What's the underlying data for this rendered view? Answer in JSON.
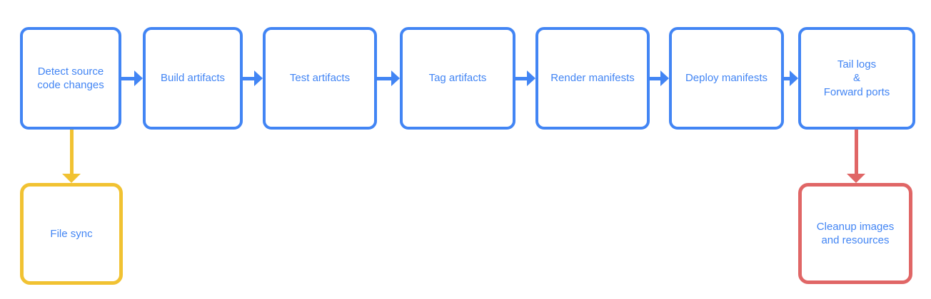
{
  "colors": {
    "primary_blue": "#4285F4",
    "accent_yellow": "#F1C232",
    "accent_red": "#E06666",
    "node_text": "#4285F4",
    "background": "#FFFFFF"
  },
  "nodes": [
    {
      "id": "detect-source-code-changes",
      "label": "Detect source\ncode changes",
      "color": "blue"
    },
    {
      "id": "build-artifacts",
      "label": "Build artifacts",
      "color": "blue"
    },
    {
      "id": "test-artifacts",
      "label": "Test artifacts",
      "color": "blue"
    },
    {
      "id": "tag-artifacts",
      "label": "Tag artifacts",
      "color": "blue"
    },
    {
      "id": "render-manifests",
      "label": "Render manifests",
      "color": "blue"
    },
    {
      "id": "deploy-manifests",
      "label": "Deploy manifests",
      "color": "blue"
    },
    {
      "id": "tail-logs-forward-ports",
      "label": "Tail logs\n&\nForward ports",
      "color": "blue"
    },
    {
      "id": "file-sync",
      "label": "File sync",
      "color": "yellow"
    },
    {
      "id": "cleanup-images-and-resources",
      "label": "Cleanup images\nand resources",
      "color": "red"
    }
  ],
  "edges": [
    {
      "from": "detect-source-code-changes",
      "to": "build-artifacts",
      "color": "blue",
      "direction": "right"
    },
    {
      "from": "build-artifacts",
      "to": "test-artifacts",
      "color": "blue",
      "direction": "right"
    },
    {
      "from": "test-artifacts",
      "to": "tag-artifacts",
      "color": "blue",
      "direction": "right"
    },
    {
      "from": "tag-artifacts",
      "to": "render-manifests",
      "color": "blue",
      "direction": "right"
    },
    {
      "from": "render-manifests",
      "to": "deploy-manifests",
      "color": "blue",
      "direction": "right"
    },
    {
      "from": "deploy-manifests",
      "to": "tail-logs-forward-ports",
      "color": "blue",
      "direction": "right"
    },
    {
      "from": "detect-source-code-changes",
      "to": "file-sync",
      "color": "yellow",
      "direction": "down"
    },
    {
      "from": "tail-logs-forward-ports",
      "to": "cleanup-images-and-resources",
      "color": "red",
      "direction": "down"
    }
  ]
}
